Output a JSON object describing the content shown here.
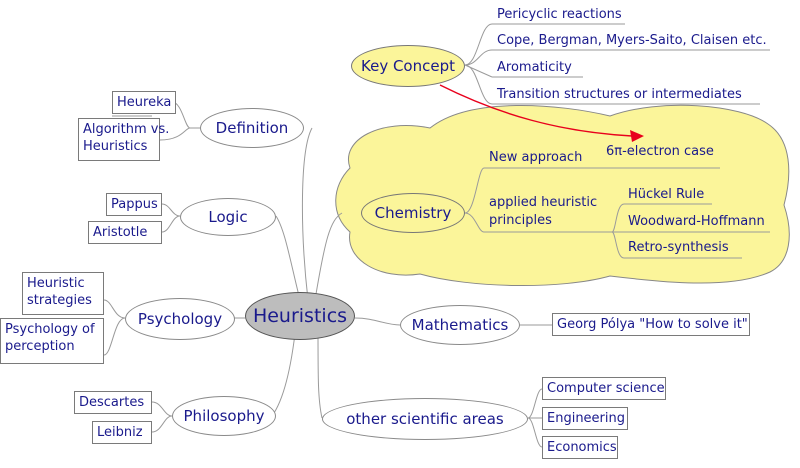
{
  "center": "Heuristics",
  "key_concept": {
    "label": "Key Concept",
    "items": [
      "Pericyclic reactions",
      "Cope, Bergman, Myers-Saito, Claisen etc.",
      "Aromaticity",
      "Transition structures or intermediates"
    ]
  },
  "definition": {
    "label": "Definition",
    "items": [
      "Heureka",
      "Algorithm vs.",
      "Heuristics"
    ]
  },
  "logic": {
    "label": "Logic",
    "items": [
      "Pappus",
      "Aristotle"
    ]
  },
  "psychology": {
    "label": "Psychology",
    "items": [
      "Heuristic",
      "strategies",
      "Psychology of",
      "perception"
    ]
  },
  "philosophy": {
    "label": "Philosophy",
    "items": [
      "Descartes",
      "Leibniz"
    ]
  },
  "chemistry": {
    "label": "Chemistry",
    "new_approach": "New approach",
    "electron_case": "6π-electron case",
    "applied_1": "applied heuristic",
    "applied_2": "principles",
    "rules": [
      "Hückel Rule",
      "Woodward-Hoffmann",
      "Retro-synthesis"
    ]
  },
  "mathematics": {
    "label": "Mathematics",
    "items": [
      "Georg Pólya \"How to solve it\""
    ]
  },
  "other": {
    "label": "other scientific areas",
    "items": [
      "Computer science",
      "Engineering",
      "Economics"
    ]
  },
  "colors": {
    "text": "#1a1a8c",
    "highlight": "#fbf59a",
    "center": "#bdbdbd",
    "arrow": "#e8001c"
  }
}
